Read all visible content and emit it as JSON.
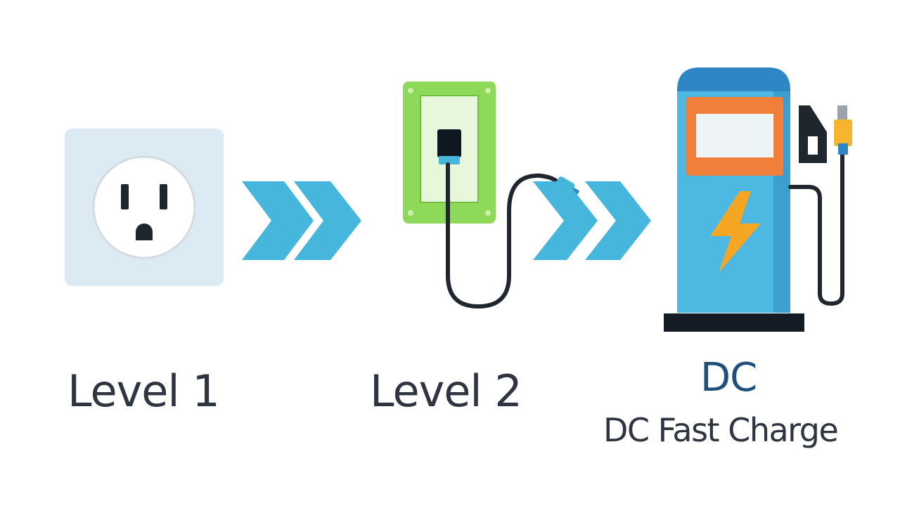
{
  "stages": [
    {
      "label": "Level 1",
      "icon": "wall-outlet-icon"
    },
    {
      "label": "Level 2",
      "icon": "wall-charger-icon"
    },
    {
      "label": "DC",
      "sublabel": "DC Fast Charge",
      "icon": "fast-charge-station-icon"
    }
  ],
  "colors": {
    "outlet_bg": "#dcebf3",
    "arrow": "#46b6dc",
    "charger_green": "#8ed85a",
    "station_body": "#4db8e2",
    "station_top": "#2f86c4",
    "station_screen": "#f07f3c",
    "bolt": "#f5a623",
    "cable": "#1f262e",
    "dc_text": "#1f4f7a",
    "label_text": "#2f3540"
  }
}
